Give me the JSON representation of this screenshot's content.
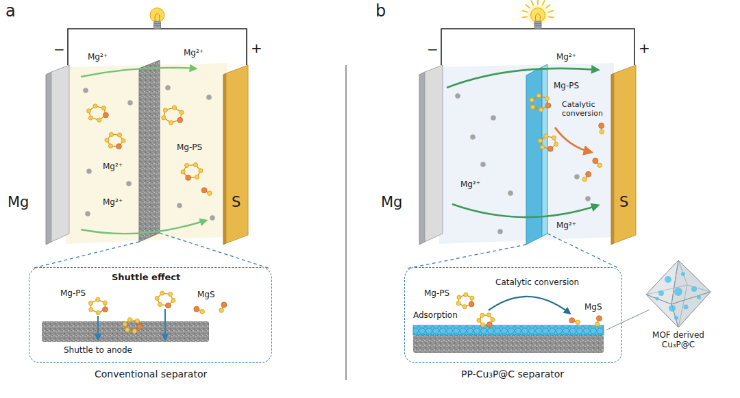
{
  "diagram": {
    "nodes": [
      {
        "text": [
          "Mg"
        ]
      },
      {
        "text": [
          "S"
        ]
      },
      {
        "text": [
          "Shuttle effect",
          "Mg-PS",
          "MgS",
          "Shuttle to anode"
        ]
      },
      {
        "text": [
          "Mg"
        ]
      },
      {
        "text": [
          "S"
        ]
      },
      {
        "text": [
          "Mg-PS",
          "Catalytic conversion",
          "Adsorption",
          "MgS"
        ]
      },
      {
        "text": [
          "MOF derived Cu₃P@C"
        ]
      }
    ],
    "edges": [
      {
        "from": 0,
        "to": 1,
        "arrow": "none"
      },
      {
        "from": 3,
        "to": 4,
        "arrow": "none"
      }
    ],
    "labels": [
      "a",
      "−",
      "+",
      "Mg²⁺",
      "Mg²⁺",
      "Mg²⁺",
      "Mg²⁺",
      "Mg-PS",
      "Conventional separator",
      "b",
      "−",
      "+",
      "Mg²⁺",
      "Mg-PS",
      "Catalytic conversion",
      "Mg²⁺",
      "Mg²⁺",
      "PP-Cu₃P@C separator"
    ]
  }
}
